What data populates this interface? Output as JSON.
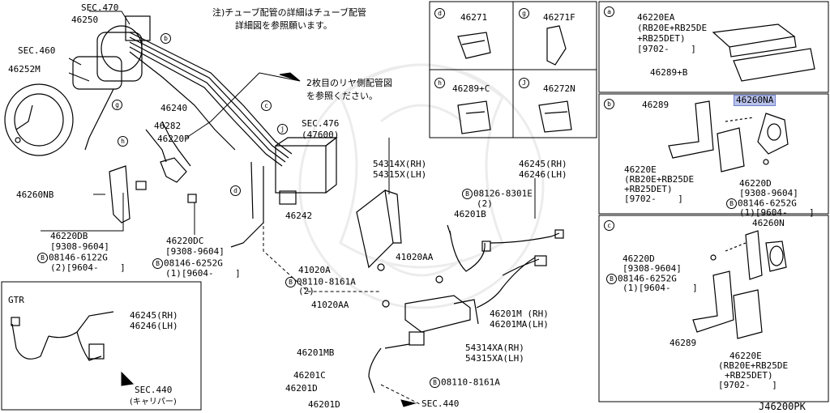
{
  "note": {
    "line1": "注)チューブ配管の詳細はチューブ配管",
    "line2": "詳細図を参照願います。"
  },
  "rear_note": {
    "line1": "2枚目のリヤ側配管図",
    "line2": "を参照ください。"
  },
  "main_labels": {
    "sec470": "SEC.470",
    "p46250": "46250",
    "sec460": "SEC.460",
    "p46252m": "46252M",
    "p46240": "46240",
    "p46282": "46282",
    "p46220p": "46220P",
    "p46260nb": "46260NB",
    "p46220db": "46220DB",
    "p46220db_range": "[9308-9604]",
    "bolt_08146_6122g": "08146-6122G",
    "bolt_6122g_qty": "(2)[9604-    ]",
    "p46220dc": "46220DC",
    "p46220dc_range": "[9308-9604]",
    "bolt_08146_6252g": "08146-6252G",
    "bolt_6252g_qty": "(1)[9604-    ]",
    "sec476": "SEC.476",
    "p47600": "(47600)",
    "p46242": "46242",
    "p54314x": "54314X(RH)",
    "p54315x": "54315X(LH)",
    "p46245_rh": "46245(RH)",
    "p46246_lh": "46246(LH)",
    "bolt_08126_8301e": "08126-8301E",
    "bolt_8301e_qty": "(2)",
    "p46201b": "46201B",
    "p41020a": "41020A",
    "p41020aa_top": "41020AA",
    "bolt_08110_8161a_top": "08110-8161A",
    "bolt_8161a_top_qty": "(2)",
    "p41020aa": "41020AA",
    "p46201m": "46201M (RH)",
    "p46201ma": "46201MA(LH)",
    "p46201mb": "46201MB",
    "p54314xa": "54314XA(RH)",
    "p54315xa": "54315XA(LH)",
    "p46201c": "46201C",
    "p46201d_1": "46201D",
    "bolt_08110_8161a_bot": "08110-8161A",
    "p46201d_2": "46201D",
    "sec440": "SEC.440",
    "circle_b": "b",
    "circle_c": "c",
    "circle_d": "d",
    "circle_g": "g",
    "circle_h": "h",
    "circle_j": "j",
    "circle_B": "B"
  },
  "gtr_box": {
    "title": "GTR",
    "p46245_rh": "46245(RH)",
    "p46246_lh": "46246(LH)",
    "sec440": "SEC.440",
    "caliper": "(キャリパー)"
  },
  "detail_grid": [
    {
      "tag": "d",
      "part": "46271"
    },
    {
      "tag": "g",
      "part": "46271F"
    },
    {
      "tag": "h",
      "part": "46289+C"
    },
    {
      "tag": "J",
      "part": "46272N"
    }
  ],
  "box_a": {
    "tag": "a",
    "p46220ea": "46220EA",
    "engines1": "(RB20E+RB25DE",
    "engines2": "+RB25DET)",
    "range": "[9702-    ]",
    "p46289b": "46289+B"
  },
  "box_b": {
    "tag": "b",
    "p46289": "46289",
    "p46260na": "46260NA",
    "p46220e": "46220E",
    "engines1": "(RB20E+RB25DE",
    "engines2": "+RB25DET)",
    "range": "[9702-    ]",
    "p46220d": "46220D",
    "d_range": "[9308-9604]",
    "bolt": "08146-6252G",
    "bolt_qty": "(1)[9604-    ]",
    "circle": "B"
  },
  "box_c": {
    "tag": "c",
    "p46260n": "46260N",
    "p46220d": "46220D",
    "d_range": "[9308-9604]",
    "bolt": "08146-6252G",
    "bolt_qty": "(1)[9604-    ]",
    "p46289": "46289",
    "p46220e": "46220E",
    "engines1": "(RB20E+RB25DE",
    "engines2": "+RB25DET)",
    "range": "[9702-    ]",
    "circle": "B"
  },
  "footer": {
    "code": "J46200PK"
  },
  "colors": {
    "line": "#000000",
    "highlight": "#b7c1ea",
    "watermark": "#e9e9e9"
  }
}
